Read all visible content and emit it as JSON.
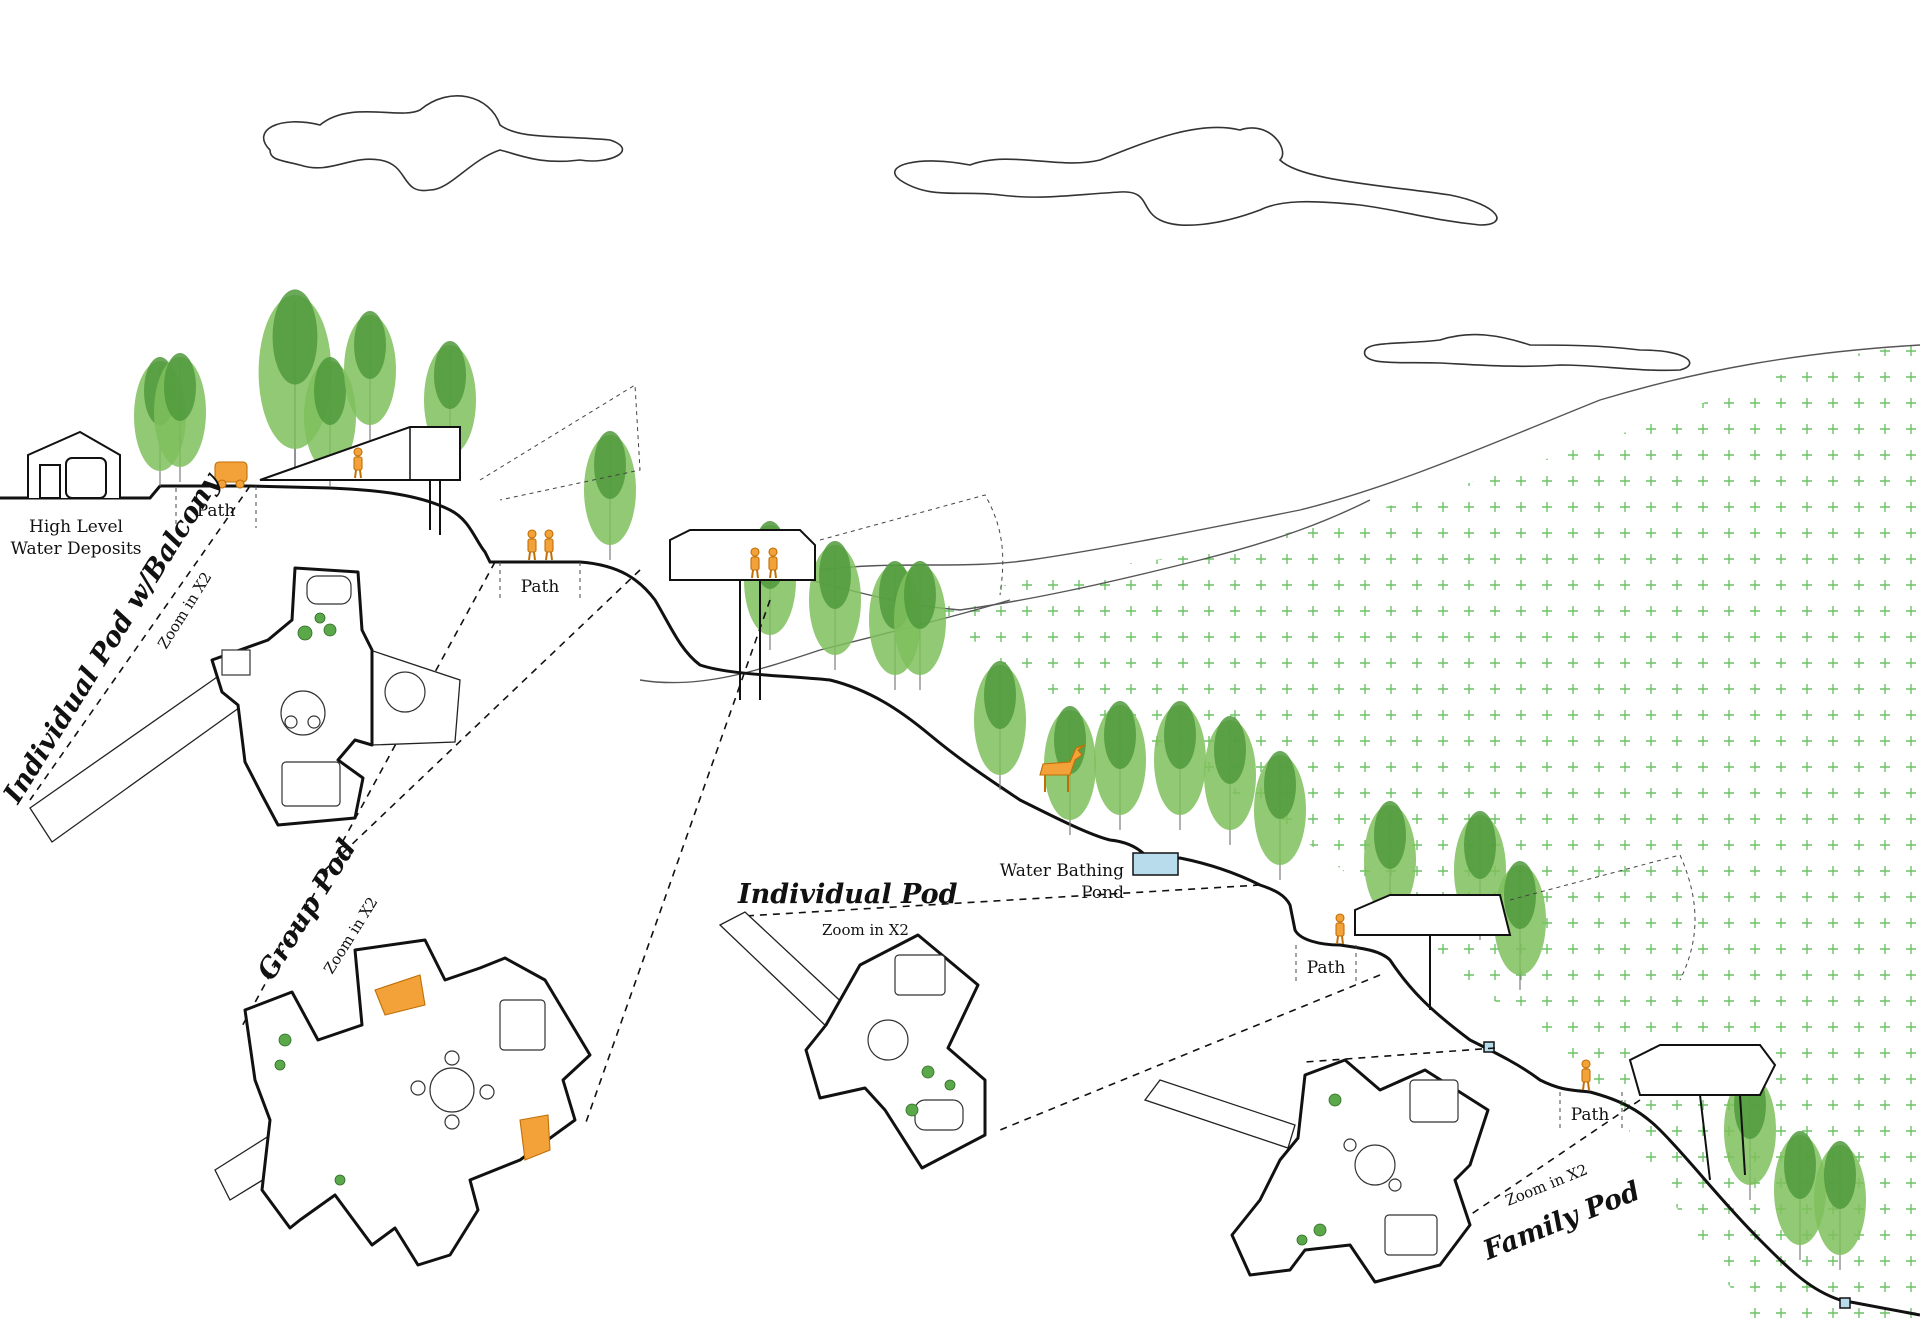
{
  "labels": {
    "water_deposits": [
      "High Level",
      "Water Deposits"
    ],
    "path": "Path",
    "water_pond": [
      "Water Bathing",
      "Pond"
    ],
    "zoom": "Zoom in X2"
  },
  "pods": {
    "balcony": "Individual Pod w/Balcony",
    "group": "Group Pod",
    "individual": "Individual Pod",
    "family": "Family Pod"
  },
  "colors": {
    "vegetation": "#5aa84a",
    "figures": "#f3a23a",
    "hatch": "#5fbf5a",
    "water": "#b9dcec"
  },
  "icons": [
    "cloud-icon",
    "tree-icon",
    "person-icon",
    "deer-icon",
    "car-icon",
    "water-tank-icon",
    "bathtub-icon",
    "bed-icon",
    "table-icon",
    "spiral-stair-icon"
  ]
}
